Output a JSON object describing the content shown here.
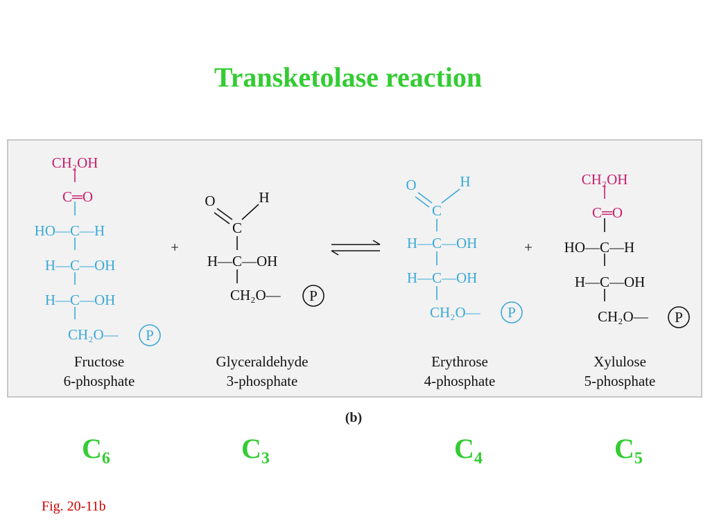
{
  "title": "Transketolase reaction",
  "colors": {
    "title": "#33cc33",
    "magenta": "#c81f6f",
    "cyan": "#3aa9d6",
    "black": "#111111",
    "fig_label": "#cc0000"
  },
  "molecules": [
    {
      "name_line1": "Fructose",
      "name_line2": "6-phosphate",
      "rows": [
        {
          "left": "",
          "center": "CH₂OH",
          "right": ""
        },
        {
          "left": "",
          "center": "C═O",
          "right": ""
        },
        {
          "left": "HO—",
          "center": "C",
          "right": "—H"
        },
        {
          "left": "H—",
          "center": "C",
          "right": "—OH"
        },
        {
          "left": "H—",
          "center": "C",
          "right": "—OH"
        },
        {
          "left": "",
          "center": "CH₂O—",
          "right": "P"
        }
      ]
    },
    {
      "name_line1": "Glyceraldehyde",
      "name_line2": "3-phosphate",
      "top_o": "O",
      "top_h": "H",
      "rows": [
        {
          "left": "",
          "center": "C",
          "right": ""
        },
        {
          "left": "H—",
          "center": "C",
          "right": "—OH"
        },
        {
          "left": "",
          "center": "CH₂O—",
          "right": "P"
        }
      ]
    },
    {
      "name_line1": "Erythrose",
      "name_line2": "4-phosphate",
      "top_o": "O",
      "top_h": "H",
      "rows": [
        {
          "left": "",
          "center": "C",
          "right": ""
        },
        {
          "left": "H—",
          "center": "C",
          "right": "—OH"
        },
        {
          "left": "H—",
          "center": "C",
          "right": "—OH"
        },
        {
          "left": "",
          "center": "CH₂O—",
          "right": "P"
        }
      ]
    },
    {
      "name_line1": "Xylulose",
      "name_line2": "5-phosphate",
      "rows": [
        {
          "left": "",
          "center": "CH₂OH",
          "right": ""
        },
        {
          "left": "",
          "center": "C═O",
          "right": ""
        },
        {
          "left": "HO—",
          "center": "C",
          "right": "—H"
        },
        {
          "left": "H—",
          "center": "C",
          "right": "—OH"
        },
        {
          "left": "",
          "center": "CH₂O—",
          "right": "P"
        }
      ]
    }
  ],
  "plus": "+",
  "caption": "(b)",
  "carbons": [
    {
      "letter": "C",
      "sub": "6"
    },
    {
      "letter": "C",
      "sub": "3"
    },
    {
      "letter": "C",
      "sub": "4"
    },
    {
      "letter": "C",
      "sub": "5"
    }
  ],
  "fig_label": "Fig. 20-11b"
}
